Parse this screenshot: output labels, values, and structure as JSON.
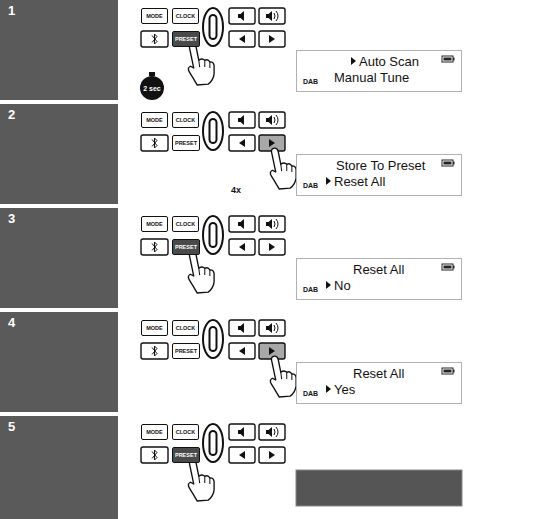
{
  "diagram": {
    "nodes": [
      {
        "text": [
          "1"
        ]
      },
      {
        "text": [
          "MODE"
        ]
      },
      {
        "text": [
          "CLOCK"
        ]
      },
      {
        "text": [
          "PRESET"
        ]
      },
      {
        "text": [
          "Auto Scan",
          "DAB",
          "Manual Tune"
        ]
      },
      {
        "text": [
          "2"
        ]
      },
      {
        "text": [
          "MODE"
        ]
      },
      {
        "text": [
          "CLOCK"
        ]
      },
      {
        "text": [
          "PRESET"
        ]
      },
      {
        "text": [
          "Store To Preset",
          "DAB",
          "Reset All"
        ]
      },
      {
        "text": [
          "3"
        ]
      },
      {
        "text": [
          "MODE"
        ]
      },
      {
        "text": [
          "CLOCK"
        ]
      },
      {
        "text": [
          "PRESET"
        ]
      },
      {
        "text": [
          "Reset All",
          "DAB",
          "No"
        ]
      },
      {
        "text": [
          "4"
        ]
      },
      {
        "text": [
          "MODE"
        ]
      },
      {
        "text": [
          "CLOCK"
        ]
      },
      {
        "text": [
          "PRESET"
        ]
      },
      {
        "text": [
          "Reset All",
          "DAB",
          "Yes"
        ]
      },
      {
        "text": [
          "5"
        ]
      },
      {
        "text": [
          "MODE"
        ]
      },
      {
        "text": [
          "CLOCK"
        ]
      },
      {
        "text": [
          "PRESET"
        ]
      }
    ],
    "labels": [
      "2 sec",
      "4x"
    ]
  }
}
